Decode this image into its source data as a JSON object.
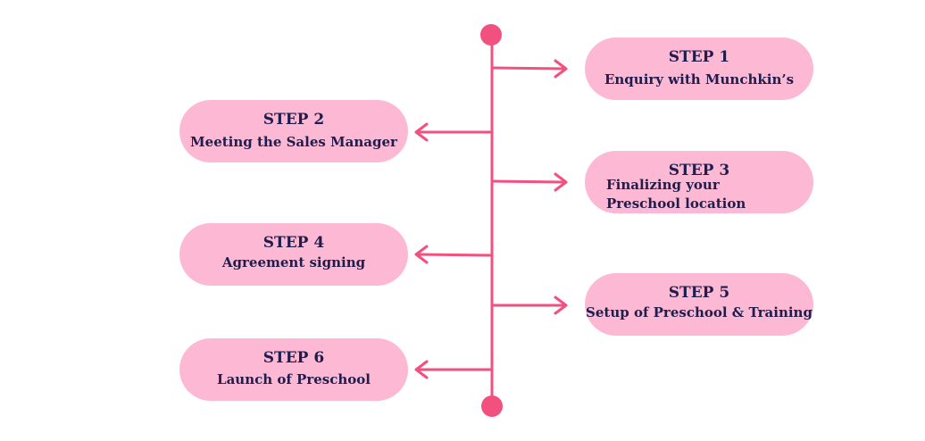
{
  "colors": {
    "line": "#f2507e",
    "pill": "#fdb9d3",
    "text": "#1f1d4d"
  },
  "steps": [
    {
      "title": "STEP 1",
      "desc": "Enquiry with Munchkin’s"
    },
    {
      "title": "STEP 2",
      "desc": "Meeting the Sales Manager"
    },
    {
      "title": "STEP 3",
      "desc": "Finalizing your Preschool location"
    },
    {
      "title": "STEP 4",
      "desc": "Agreement signing"
    },
    {
      "title": "STEP 5",
      "desc": "Setup of Preschool & Training"
    },
    {
      "title": "STEP 6",
      "desc": "Launch of Preschool"
    }
  ]
}
